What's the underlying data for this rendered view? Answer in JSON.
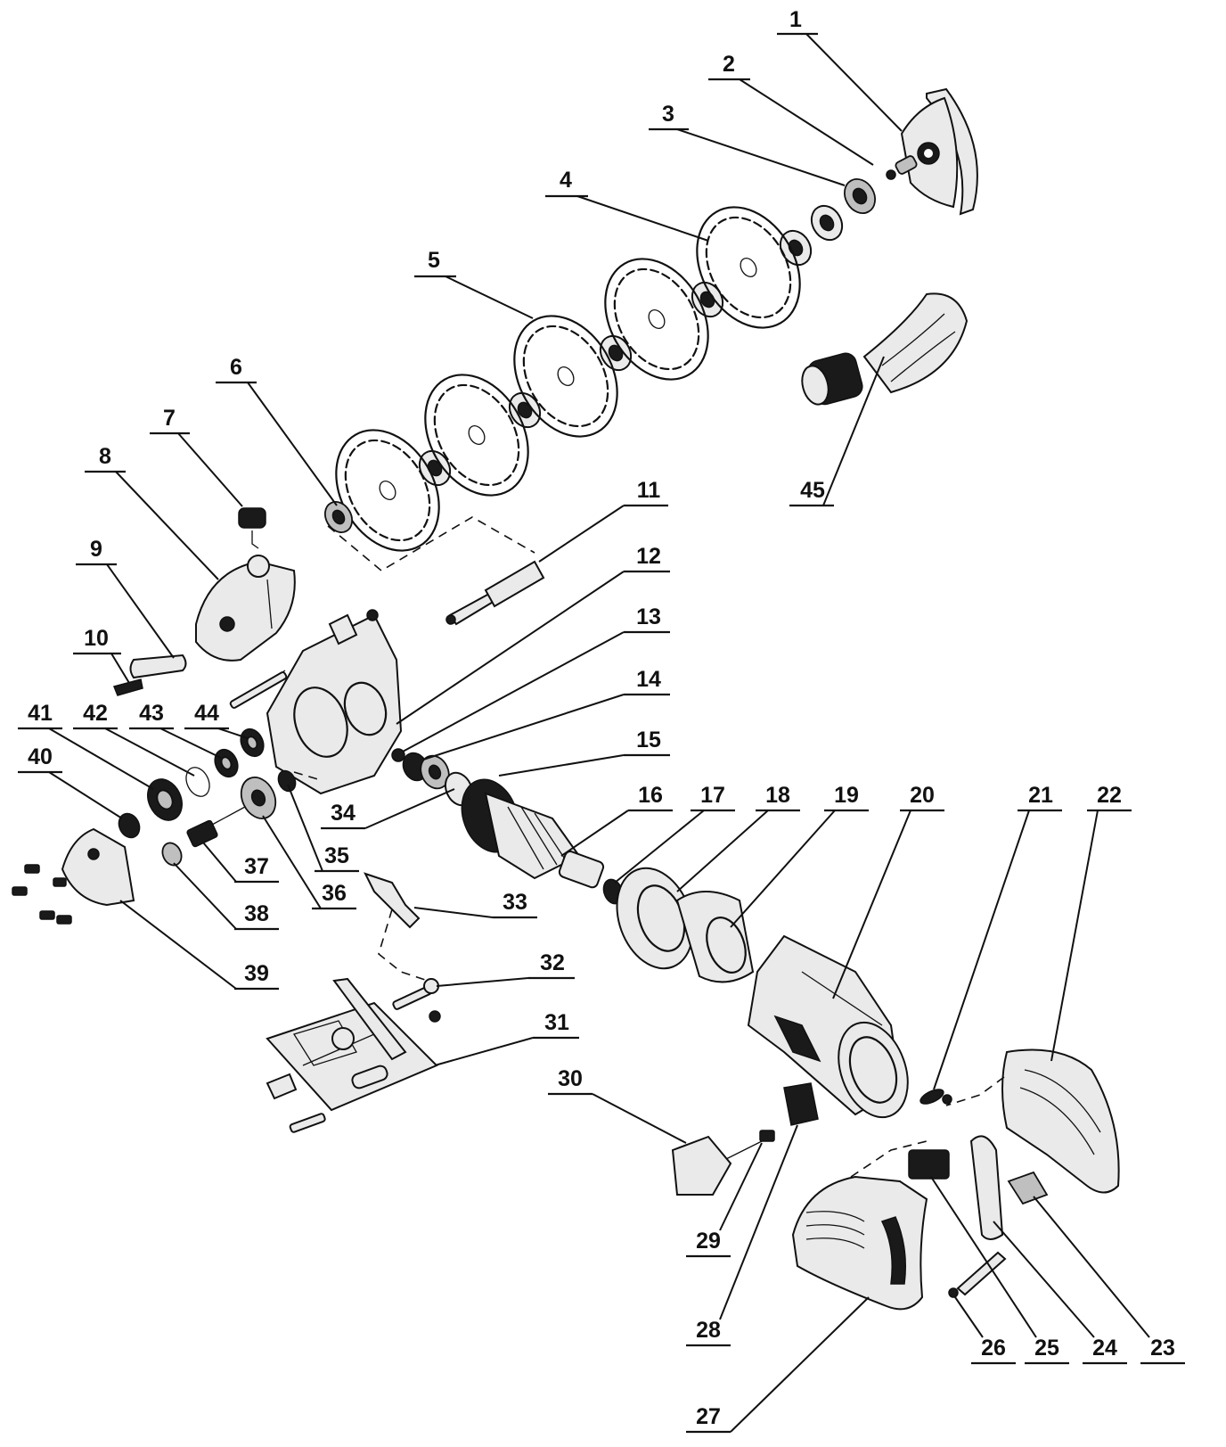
{
  "diagram": {
    "part_labels": [
      "1",
      "2",
      "3",
      "4",
      "5",
      "6",
      "7",
      "8",
      "9",
      "10",
      "11",
      "12",
      "13",
      "14",
      "15",
      "16",
      "17",
      "18",
      "19",
      "20",
      "21",
      "22",
      "23",
      "24",
      "25",
      "26",
      "27",
      "28",
      "29",
      "30",
      "31",
      "32",
      "33",
      "34",
      "35",
      "36",
      "37",
      "38",
      "39",
      "40",
      "41",
      "42",
      "43",
      "44",
      "45"
    ]
  }
}
